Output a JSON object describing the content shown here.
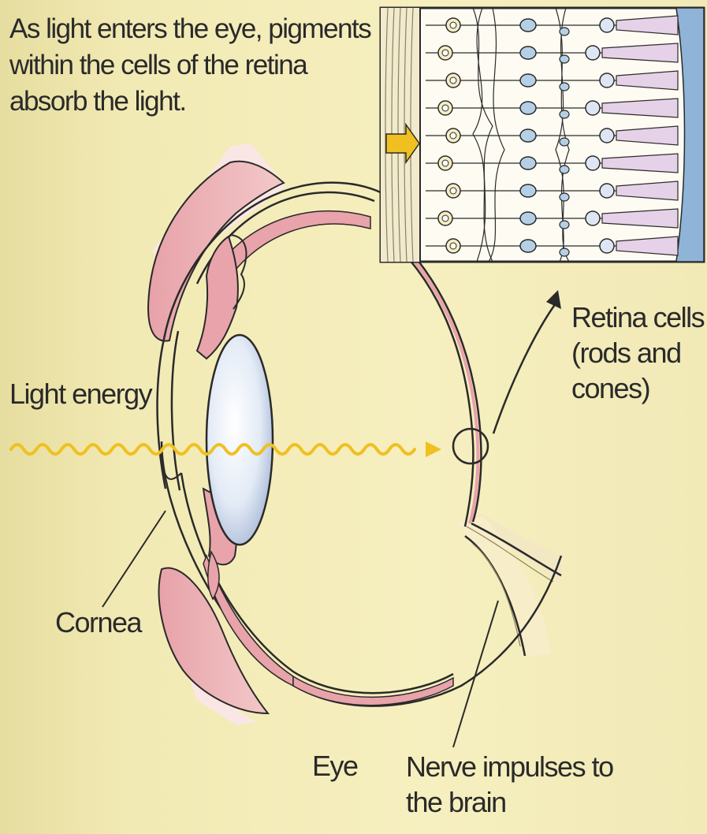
{
  "caption": "As light enters the eye, pigments within the cells of the retina absorb the light.",
  "labels": {
    "light_energy": "Light energy",
    "retina_cells": "Retina cells (rods and cones)",
    "cornea": "Cornea",
    "eye": "Eye",
    "nerve_impulses": "Nerve impulses to the brain"
  },
  "colors": {
    "background": "#f4edb8",
    "tissue_pink": "#e9a3aa",
    "lid_pink": "#f1c2c4",
    "lens": "#dfe8f5",
    "light_wave": "#f0c020",
    "inset_blue": "#8fb4d8",
    "outline": "#2a2a2a"
  }
}
